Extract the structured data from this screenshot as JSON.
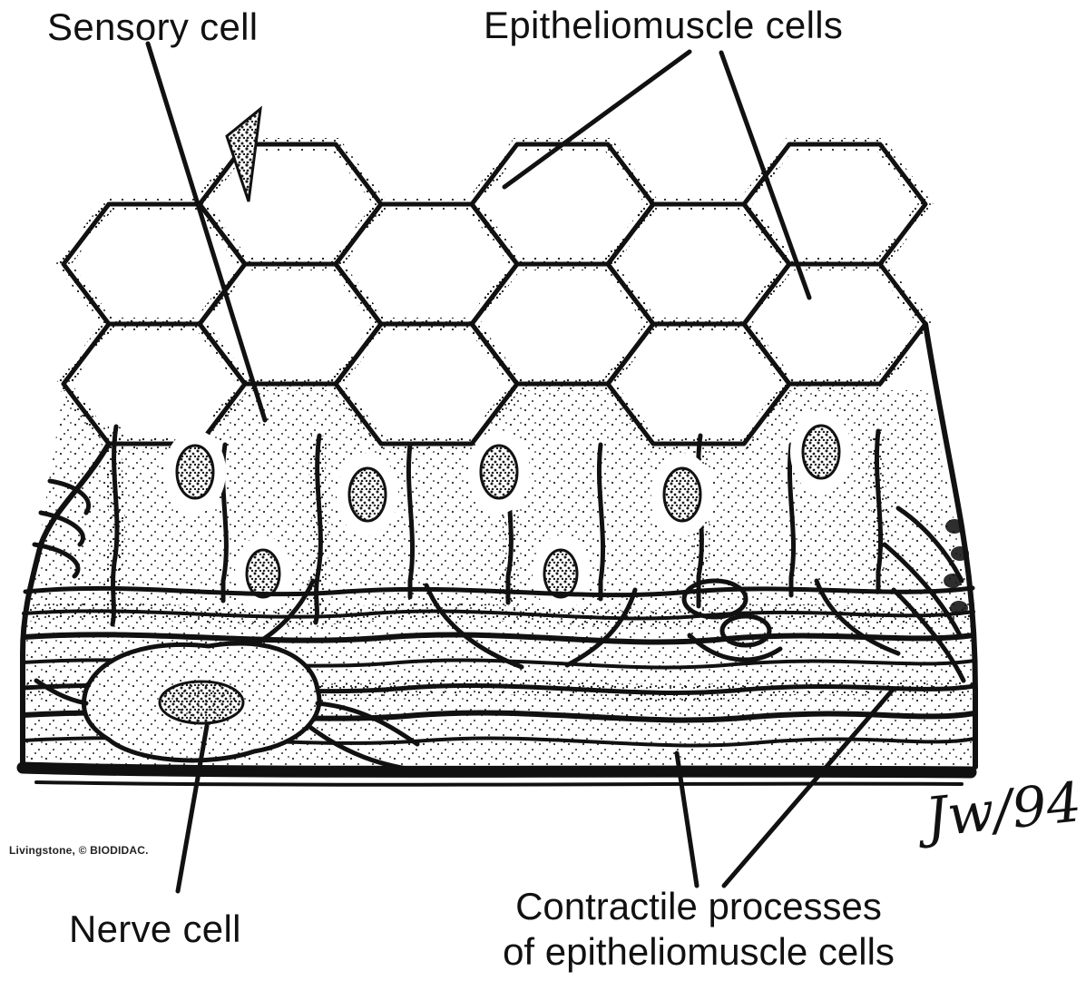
{
  "diagram": {
    "labels": {
      "sensory_cell": "Sensory cell",
      "epitheliomuscle_cells": "Epitheliomuscle cells",
      "nerve_cell": "Nerve cell",
      "contractile_line1": "Contractile processes",
      "contractile_line2": "of epitheliomuscle cells"
    },
    "credit": "Livingstone, © BIODIDAC.",
    "signature": "Jw/94",
    "colors": {
      "ink": "#111111",
      "paper": "#ffffff"
    },
    "illustration": "Block of epidermis tissue: hexagonal apices of epitheliomuscle cells on the upper surface, columnar cell bodies with oval nuclei in the middle, layered contractile processes at the base, and a flattened nerve cell with an oval nucleus at the lower left"
  }
}
